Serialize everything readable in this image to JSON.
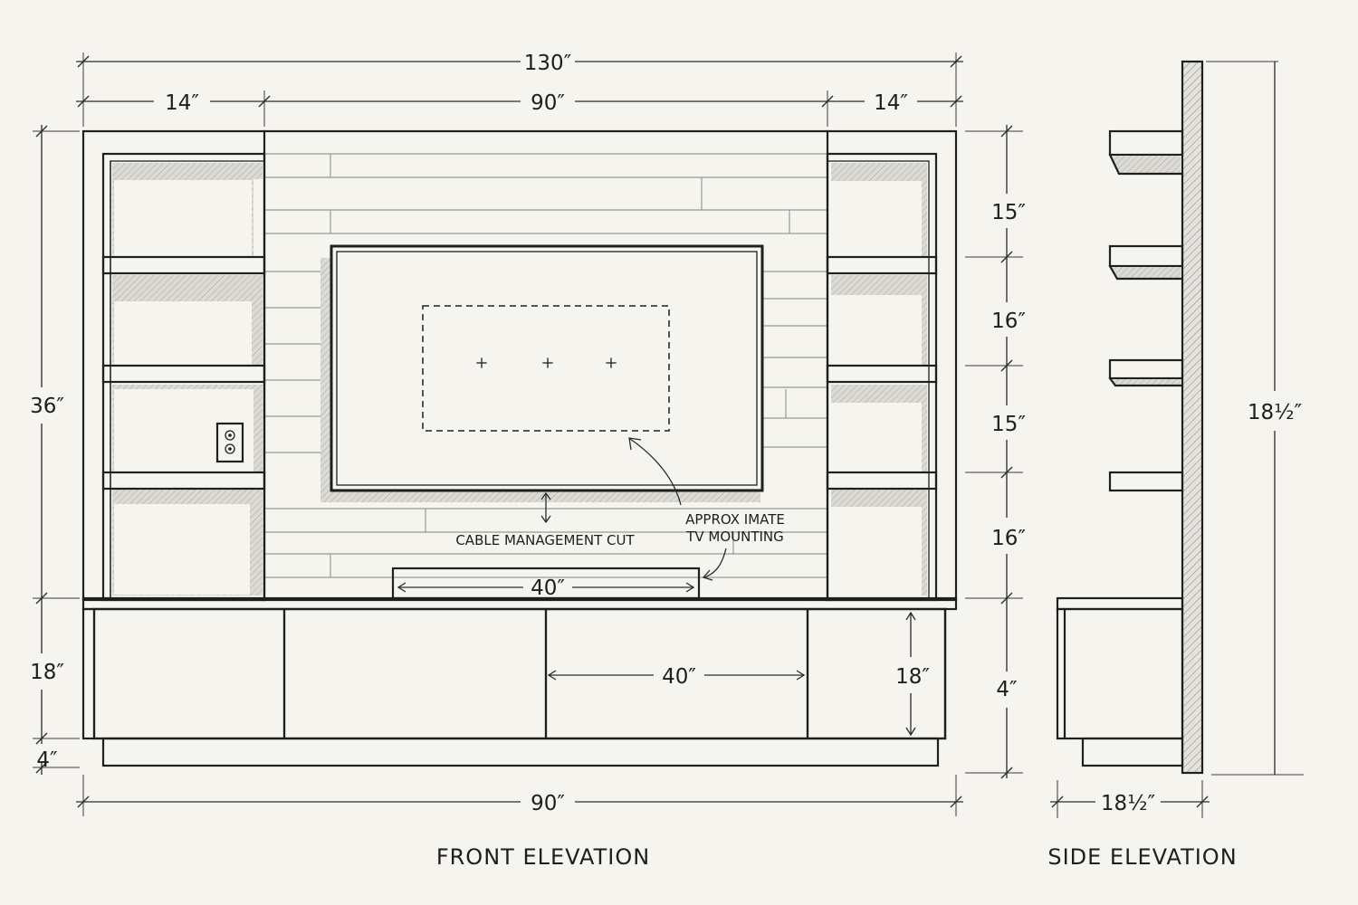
{
  "front_elevation": {
    "title": "FRONT ELEVATION",
    "overall_width": "130″",
    "left_tower_width": "14″",
    "center_width": "90″",
    "right_tower_width": "14″",
    "upper_height": "36″",
    "console_height": "18″",
    "toe_kick_height": "4″",
    "bottom_width": "90″",
    "shelf_spacings": [
      "15″",
      "16″",
      "15″",
      "16″"
    ],
    "right_console_height": "4″",
    "soundbar_width": "40″",
    "drawer_width": "40″",
    "drawer_height": "18″",
    "notes": {
      "cable": "CABLE MANAGEMENT CUT",
      "mount_line1": "APPROX IMATE",
      "mount_line2": "TV MOUNTING"
    }
  },
  "side_elevation": {
    "title": "SIDE ELEVATION",
    "depth": "18½″",
    "height": "18½″"
  }
}
